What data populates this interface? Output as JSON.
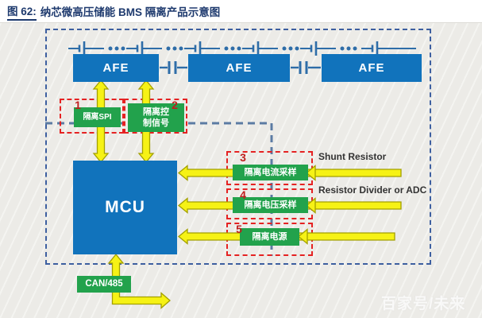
{
  "title": {
    "prefix": "图 62:",
    "text": "纳芯微高压储能 BMS 隔离产品示意图"
  },
  "colors": {
    "title_navy": "#1e3a6e",
    "block_blue": "#1173bc",
    "block_green": "#22a24c",
    "arrow_yellow": "#f6f215",
    "arrow_outline": "#a3a000",
    "red_dashed_box": "#e52222",
    "module_number_red": "#bf1d1d",
    "outer_border_blue": "#3d5fa0",
    "isolation_line_blue_gray": "#5b7ba3",
    "canvas_gray": "#efeeea"
  },
  "diagram": {
    "afe_chain": {
      "afe_labels": [
        "AFE",
        "AFE",
        "AFE"
      ],
      "icons": [
        "battery-cell-chain",
        "capacitor-coupling",
        "capacitor-coupling"
      ]
    },
    "mcu_label": "MCU",
    "isolation_modules": [
      {
        "num": "1",
        "label": "隔离SPI"
      },
      {
        "num": "2",
        "label": "隔离控\n制信号"
      },
      {
        "num": "3",
        "label": "隔离电流采样",
        "external_label": "Shunt Resistor"
      },
      {
        "num": "4",
        "label": "隔离电压采样",
        "external_label": "Resistor Divider or ADC"
      },
      {
        "num": "5",
        "label": "隔离电源",
        "external_label": ""
      }
    ],
    "can_label": "CAN/485"
  },
  "watermark": "百家号/未来"
}
